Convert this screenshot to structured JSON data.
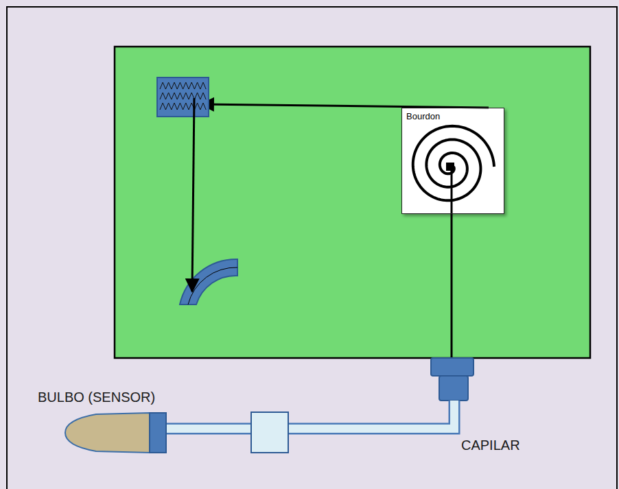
{
  "diagram": {
    "nodes": [
      {
        "text": [
          "Bourdon"
        ]
      }
    ],
    "labels": [
      "BULBO (SENSOR)",
      "CAPILAR"
    ]
  }
}
